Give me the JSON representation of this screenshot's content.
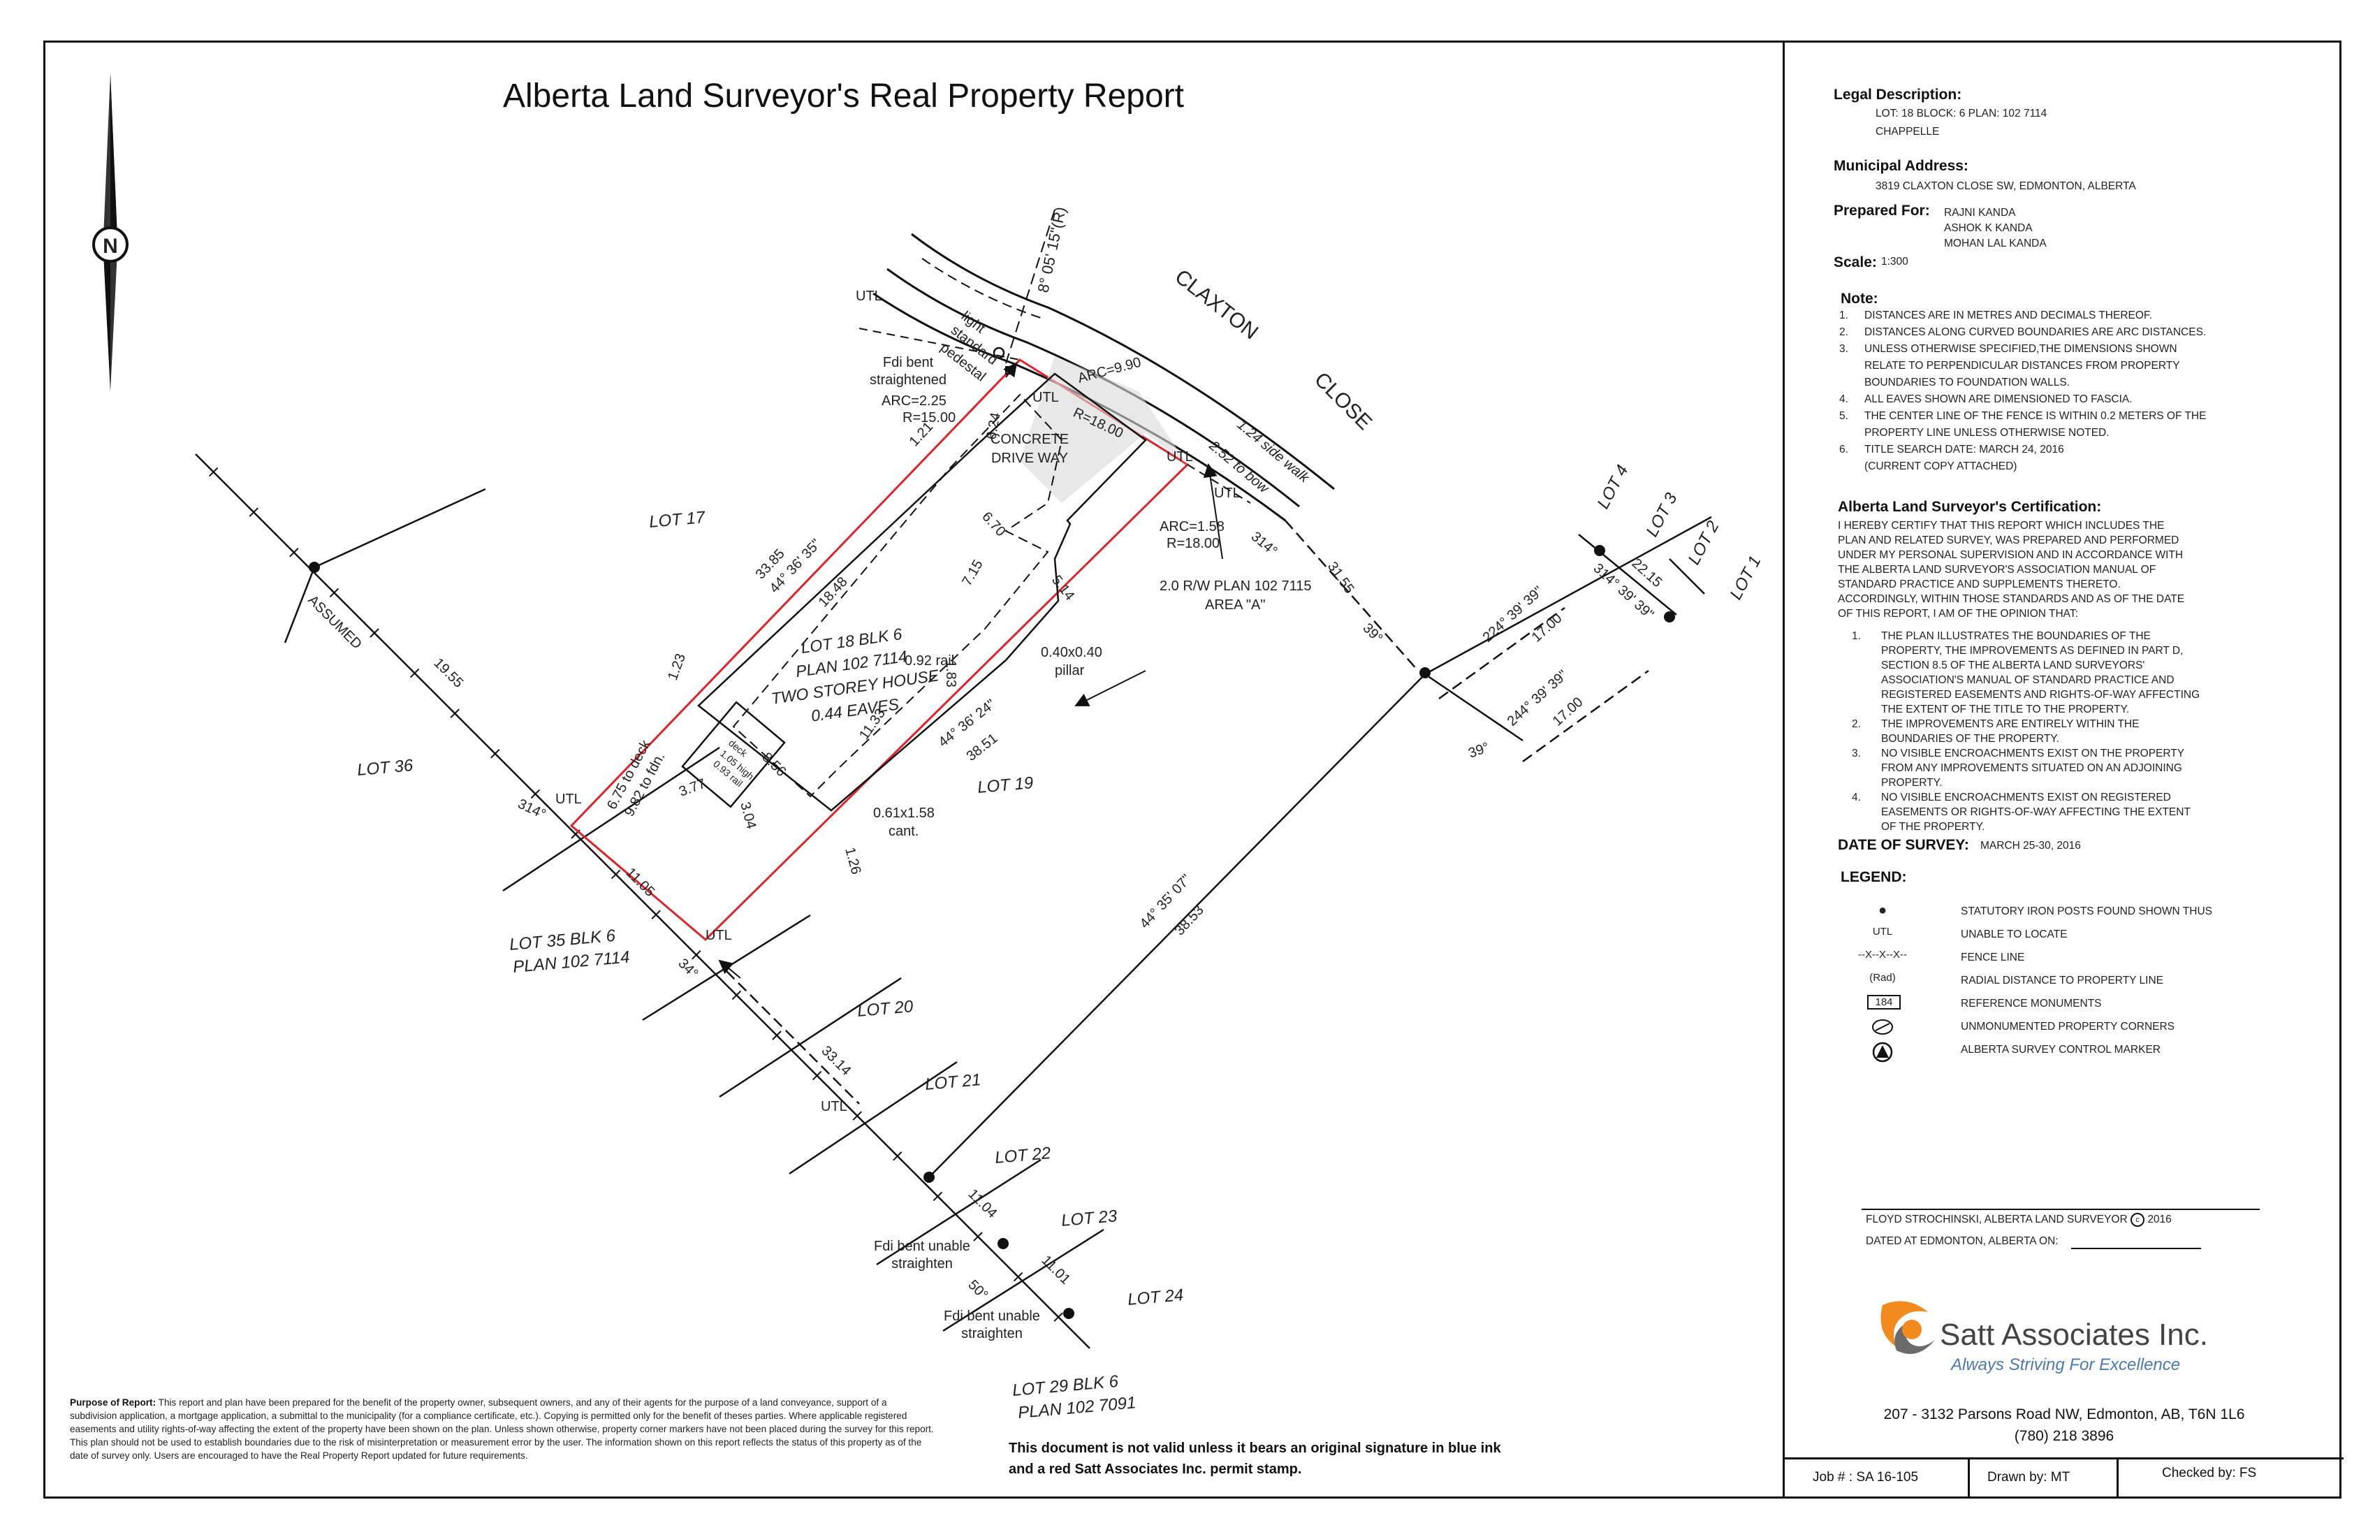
{
  "title": "Alberta Land Surveyor's  Real Property Report",
  "north_label": "N",
  "map": {
    "street_line1": "CLAXTON",
    "street_line2": "CLOSE",
    "lots": {
      "lot17": "LOT 17",
      "lot36": "LOT 36",
      "lot35_line1": "LOT 35  BLK 6",
      "lot35_line2": "PLAN 102 7114",
      "lot19": "LOT 19",
      "lot20": "LOT 20",
      "lot21": "LOT 21",
      "lot22": "LOT 22",
      "lot23": "LOT 23",
      "lot24": "LOT 24",
      "lot29_line1": "LOT 29  BLK 6",
      "lot29_line2": "PLAN 102 7091",
      "lot1": "LOT 1",
      "lot2": "LOT 2",
      "lot3": "LOT 3",
      "lot4": "LOT 4"
    },
    "subject": {
      "line1": "LOT 18  BLK 6",
      "line2": "PLAN 102 7114",
      "line3": "TWO STOREY HOUSE",
      "line4": "0.44 EAVES"
    },
    "labels": {
      "concrete1": "CONCRETE",
      "concrete2": "DRIVE WAY",
      "light1": "light",
      "light2": "standard",
      "light3": "pedestal",
      "fdi1a": "Fdi bent",
      "fdi1b": "straightened",
      "arc1": "ARC=2.25",
      "r1": "R=15.00",
      "arc2": "ARC=9.90",
      "r2": "R=18.00",
      "arc3": "ARC=1.58",
      "r3": "R=18.00",
      "sidewalk1": "1.24  side walk",
      "sidewalk2": "2.52  to bow",
      "row1": "2.0 R/W PLAN 102 7115",
      "row2": "AREA \"A\"",
      "bearing_n": "8° 05' 15\"(R)",
      "rail1": "0.92 rail",
      "pillar1": "0.40x0.40",
      "pillar2": "pillar",
      "cant1": "0.61x1.58",
      "cant2": "cant.",
      "deck1": "deck",
      "deck2": "1.05 high",
      "deck3": "0.93 rail",
      "deckdist1": "6.75 to deck",
      "deckdist2": "9.82 to fdn.",
      "assumed": "ASSUMED",
      "utl": "UTL",
      "fdi2a": "Fdi bent unable",
      "fdi2b": "straighten",
      "fdi3a": "Fdi bent unable",
      "fdi3b": "straighten"
    },
    "dims": {
      "d3385": "33.85",
      "b443635": "44° 36' 35\"",
      "d1848": "18.48",
      "d121": "1.21",
      "d624": "6.24",
      "d670": "6.70",
      "d715": "7.15",
      "d514": "5.14",
      "d183": "1.83",
      "d123": "1.23",
      "d1133": "11.33",
      "d856": "8.56",
      "b443624": "44° 36' 24\"",
      "d3851": "38.51",
      "d377": "3.77",
      "d304": "3.04",
      "d126": "1.26",
      "d1955": "19.55",
      "a314a": "314°",
      "d1105": "11.05",
      "a34": "34°",
      "d3314": "33.14",
      "d1104": "11.04",
      "d1101": "11.01",
      "a50": "50°",
      "b443507": "44° 35' 07\"",
      "d3853": "38.53",
      "a314b": "314°",
      "d3155": "31.55",
      "a39a": "39°",
      "a39b": "39°",
      "b2243939": "224° 39' 39\"",
      "d1700a": "17.00",
      "b2443939": "244° 39' 39\"",
      "d1700b": "17.00",
      "b3143939": "314° 39' 39\"",
      "d2215": "22.15"
    }
  },
  "panel": {
    "legal_heading": "Legal Description:",
    "legal_line1": "LOT: 18    BLOCK: 6    PLAN: 102 7114",
    "legal_line2": "CHAPPELLE",
    "municipal_heading": "Municipal Address:",
    "municipal_line": "3819  CLAXTON CLOSE SW, EDMONTON, ALBERTA",
    "prepared_heading": "Prepared For:",
    "prepared_names": [
      "RAJNI KANDA",
      "ASHOK K KANDA",
      "MOHAN LAL KANDA"
    ],
    "scale_heading": "Scale:",
    "scale_value": "1:300",
    "note_heading": "Note:",
    "notes": [
      {
        "n": "1.",
        "t": "DISTANCES ARE IN METRES AND DECIMALS THEREOF."
      },
      {
        "n": "2.",
        "t": "DISTANCES ALONG CURVED BOUNDARIES ARE ARC DISTANCES."
      },
      {
        "n": "3.",
        "t": "UNLESS OTHERWISE SPECIFIED,THE DIMENSIONS SHOWN"
      },
      {
        "n": "",
        "t": "RELATE TO PERPENDICULAR DISTANCES FROM PROPERTY"
      },
      {
        "n": "",
        "t": "BOUNDARIES TO FOUNDATION WALLS."
      },
      {
        "n": "4.",
        "t": "ALL EAVES SHOWN ARE DIMENSIONED TO FASCIA."
      },
      {
        "n": "5.",
        "t": "THE CENTER LINE OF THE FENCE IS WITHIN 0.2 METERS OF THE"
      },
      {
        "n": "",
        "t": "PROPERTY LINE UNLESS OTHERWISE NOTED."
      },
      {
        "n": "6.",
        "t": "TITLE SEARCH DATE: MARCH 24, 2016"
      },
      {
        "n": "",
        "t": "(CURRENT COPY ATTACHED)"
      }
    ],
    "cert_heading": "Alberta Land Surveyor's Certification:",
    "cert_lines": [
      "I HEREBY CERTIFY THAT THIS REPORT WHICH INCLUDES THE",
      "PLAN AND RELATED SURVEY, WAS PREPARED AND PERFORMED",
      "UNDER MY PERSONAL SUPERVISION AND IN ACCORDANCE WITH",
      "THE ALBERTA LAND SURVEYOR'S ASSOCIATION MANUAL OF",
      "STANDARD PRACTICE AND SUPPLEMENTS THERETO.",
      "ACCORDINGLY, WITHIN THOSE STANDARDS AND AS OF THE DATE",
      "OF THIS REPORT, I AM OF THE OPINION THAT:"
    ],
    "cert_items": [
      {
        "n": "1.",
        "lines": [
          "THE PLAN ILLUSTRATES THE BOUNDARIES OF THE",
          "PROPERTY, THE IMPROVEMENTS AS DEFINED IN PART D,",
          "SECTION 8.5 OF THE ALBERTA LAND SURVEYORS'",
          "ASSOCIATION'S MANUAL OF STANDARD PRACTICE AND",
          "REGISTERED EASEMENTS AND RIGHTS-OF-WAY AFFECTING",
          "THE EXTENT OF THE TITLE TO THE PROPERTY."
        ]
      },
      {
        "n": "2.",
        "lines": [
          "THE IMPROVEMENTS ARE ENTIRELY WITHIN THE",
          "BOUNDARIES OF THE PROPERTY."
        ]
      },
      {
        "n": "3.",
        "lines": [
          "NO VISIBLE ENCROACHMENTS EXIST ON THE PROPERTY",
          "FROM ANY IMPROVEMENTS SITUATED ON AN ADJOINING",
          "PROPERTY."
        ]
      },
      {
        "n": "4.",
        "lines": [
          "NO VISIBLE ENCROACHMENTS EXIST ON REGISTERED",
          "EASEMENTS OR RIGHTS-OF-WAY AFFECTING THE EXTENT",
          "OF THE PROPERTY."
        ]
      }
    ],
    "date_heading": "DATE OF SURVEY:",
    "date_value": "MARCH 25-30, 2016",
    "legend_heading": "LEGEND:",
    "legend": [
      {
        "sym": "●",
        "text": "STATUTORY IRON POSTS FOUND SHOWN THUS"
      },
      {
        "sym": "UTL",
        "text": "UNABLE TO LOCATE"
      },
      {
        "sym": "--X--X--X--",
        "text": "FENCE LINE"
      },
      {
        "sym": "(Rad)",
        "text": "RADIAL DISTANCE TO PROPERTY LINE"
      },
      {
        "sym": "184",
        "text": "REFERENCE MONUMENTS"
      },
      {
        "sym": "",
        "text": "UNMONUMENTED PROPERTY CORNERS"
      },
      {
        "sym": "",
        "text": "ALBERTA SURVEY CONTROL MARKER"
      }
    ],
    "signature_line": "FLOYD STROCHINSKI, ALBERTA LAND SURVEYOR",
    "copyright_year": "2016",
    "dated_line": "DATED AT EDMONTON, ALBERTA ON:",
    "company": "Satt Associates Inc.",
    "slogan": "Always Striving For Excellence",
    "address": "207 - 3132 Parsons Road NW, Edmonton, AB, T6N 1L6",
    "phone": "(780) 218 3896",
    "job": "Job # : SA 16-105",
    "drawn": "Drawn by: MT",
    "checked": "Checked by: FS"
  },
  "purpose_heading": "Purpose of Report:",
  "purpose_text": " This report and plan have been prepared for the benefit of the property owner, subsequent owners, and any of their agents for the purpose of a land conveyance, support of a subdivision application, a mortgage application, a submittal to the municipality (for a compliance certificate, etc.). Copying is permitted only for the benefit of theses parties. Where applicable registered easements and utility rights-of-way affecting the extent of the property have been shown on the plan. Unless shown otherwise, property corner markers have not been placed during the survey for this report. This plan should not be used to establish boundaries due to the risk of misinterpretation or measurement error by the user. The information shown on this report reflects the status of this property as of the date of survey only. Users are encouraged to have the Real Property Report updated for future requirements.",
  "notvalid_line1": "This document is not valid unless it bears an original signature in blue ink",
  "notvalid_line2": "and a red Satt Associates Inc. permit stamp.",
  "colors": {
    "property_line": "#e0222a",
    "logo_orange": "#f28a1e",
    "logo_grey": "#6b6b6b",
    "slogan": "#4a78b8"
  }
}
